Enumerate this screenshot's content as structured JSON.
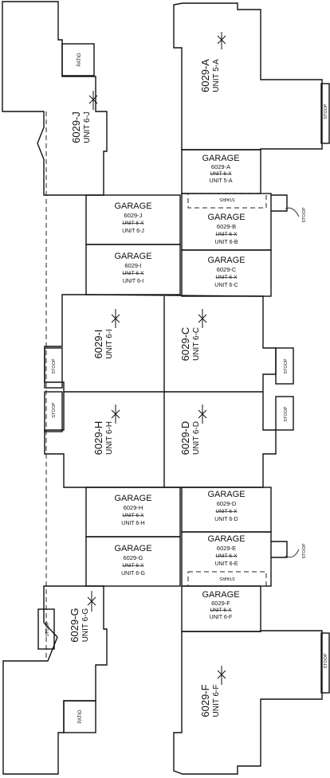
{
  "labels": {
    "patio": "PATIO",
    "stoop": "STOOP",
    "stairs": "STAIRS",
    "garage": "GARAGE",
    "struck": "UNIT 6-X"
  },
  "units": [
    {
      "id": "A",
      "code": "6029-A",
      "unit": "UNIT 5-A"
    },
    {
      "id": "J",
      "code": "6029-J",
      "unit": "UNIT 6-J"
    },
    {
      "id": "I",
      "code": "6029-I",
      "unit": "UNIT 6-I"
    },
    {
      "id": "C",
      "code": "6029-C",
      "unit": "UNIT 6-C"
    },
    {
      "id": "H",
      "code": "6029-H",
      "unit": "UNIT 6-H"
    },
    {
      "id": "D",
      "code": "6029-D",
      "unit": "UNIT 6-D"
    },
    {
      "id": "G",
      "code": "6029-G",
      "unit": "UNIT 6-G"
    },
    {
      "id": "F",
      "code": "6029-F",
      "unit": "UNIT 6-F"
    }
  ],
  "garages": [
    {
      "id": "A",
      "code": "6029-A",
      "unit": "UNIT 5-A"
    },
    {
      "id": "J",
      "code": "6029-J",
      "unit": "UNIT 6-J"
    },
    {
      "id": "B",
      "code": "6029-B",
      "unit": "UNIT 6-B"
    },
    {
      "id": "I",
      "code": "6029-I",
      "unit": "UNIT 6-I"
    },
    {
      "id": "C",
      "code": "6029-C",
      "unit": "UNIT 6-C"
    },
    {
      "id": "H",
      "code": "6029-H",
      "unit": "UNIT 6-H"
    },
    {
      "id": "D",
      "code": "6029-D",
      "unit": "UNIT 6-D"
    },
    {
      "id": "G",
      "code": "6029-G",
      "unit": "UNIT 6-G"
    },
    {
      "id": "E",
      "code": "6029-E",
      "unit": "UNIT 6-E"
    },
    {
      "id": "F",
      "code": "6029-F",
      "unit": "UNIT 6-F"
    }
  ]
}
